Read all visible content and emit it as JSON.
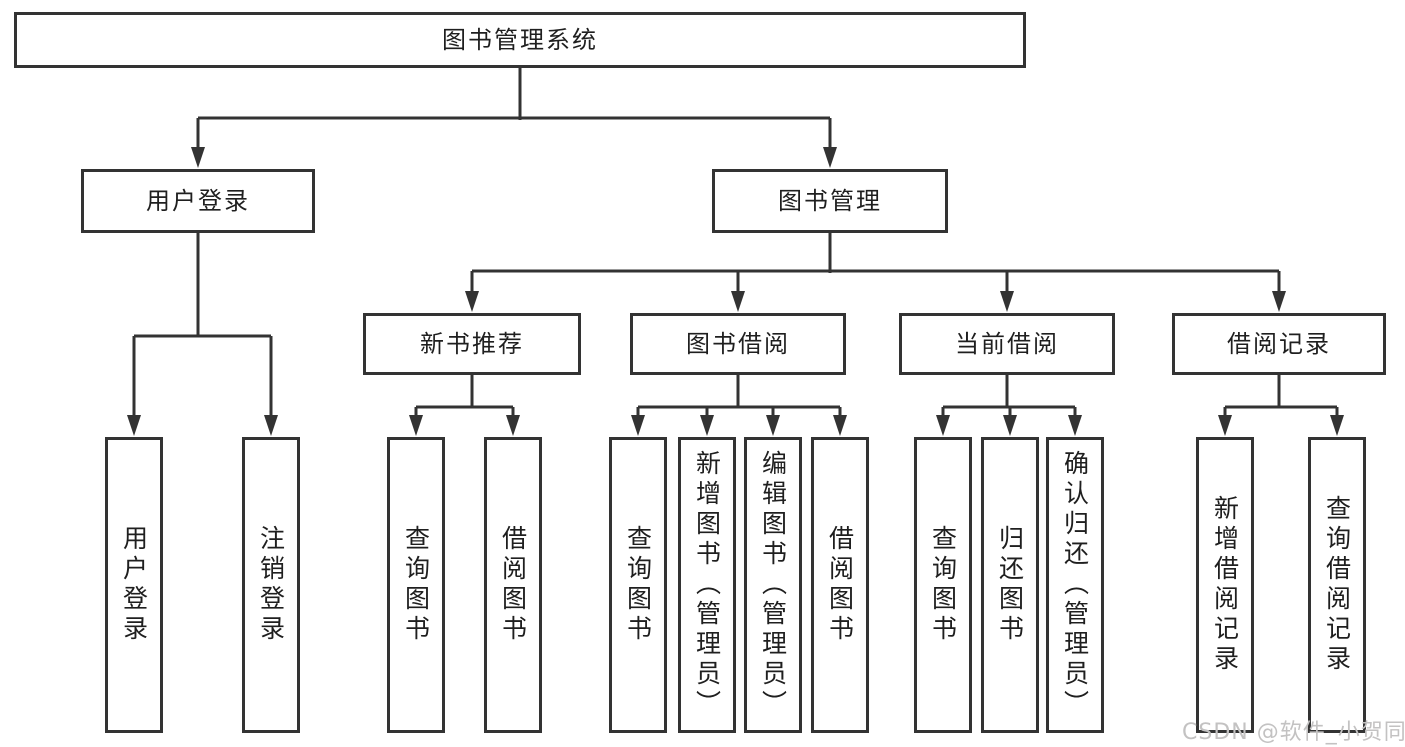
{
  "tree": {
    "label": "图书管理系统",
    "children": [
      {
        "label": "用户登录",
        "children": [
          {
            "label": "用户登录"
          },
          {
            "label": "注销登录"
          }
        ]
      },
      {
        "label": "图书管理",
        "children": [
          {
            "label": "新书推荐",
            "children": [
              {
                "label": "查询图书"
              },
              {
                "label": "借阅图书"
              }
            ]
          },
          {
            "label": "图书借阅",
            "children": [
              {
                "label": "查询图书"
              },
              {
                "label": "新增图书（管理员）"
              },
              {
                "label": "编辑图书（管理员）"
              },
              {
                "label": "借阅图书"
              }
            ]
          },
          {
            "label": "当前借阅",
            "children": [
              {
                "label": "查询图书"
              },
              {
                "label": "归还图书"
              },
              {
                "label": "确认归还（管理员）"
              }
            ]
          },
          {
            "label": "借阅记录",
            "children": [
              {
                "label": "新增借阅记录"
              },
              {
                "label": "查询借阅记录"
              }
            ]
          }
        ]
      }
    ]
  },
  "watermark": "CSDN @软件_小贺同学",
  "colors": {
    "line": "#333333",
    "box_border": "#333333",
    "box_fill": "#ffffff",
    "text": "#1f1f1f",
    "watermark": "#c3c2c2"
  }
}
